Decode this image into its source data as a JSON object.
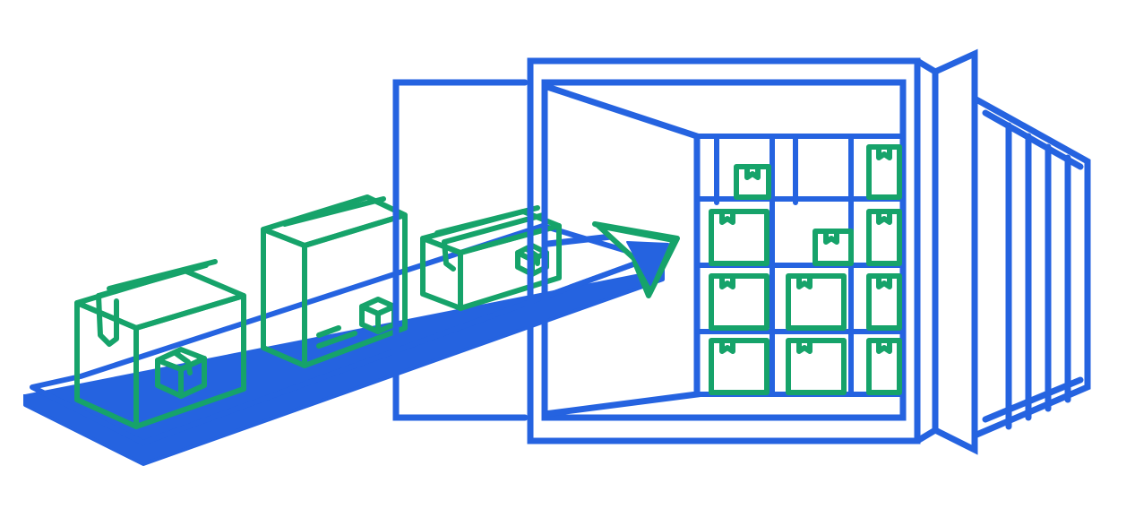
{
  "colors": {
    "blue": "#2563e0",
    "green": "#16a36a",
    "background": "#ffffff"
  },
  "illustration": {
    "subject": "boxes-on-conveyor-into-shipping-container",
    "icons": [
      "conveyor-belt-icon",
      "cardboard-box-icon",
      "arrow-icon",
      "shipping-container-icon",
      "open-door-icon",
      "stacked-boxes-icon"
    ],
    "box_count_on_belt": 3,
    "container_grid": {
      "rows": 4,
      "columns": 3
    }
  }
}
